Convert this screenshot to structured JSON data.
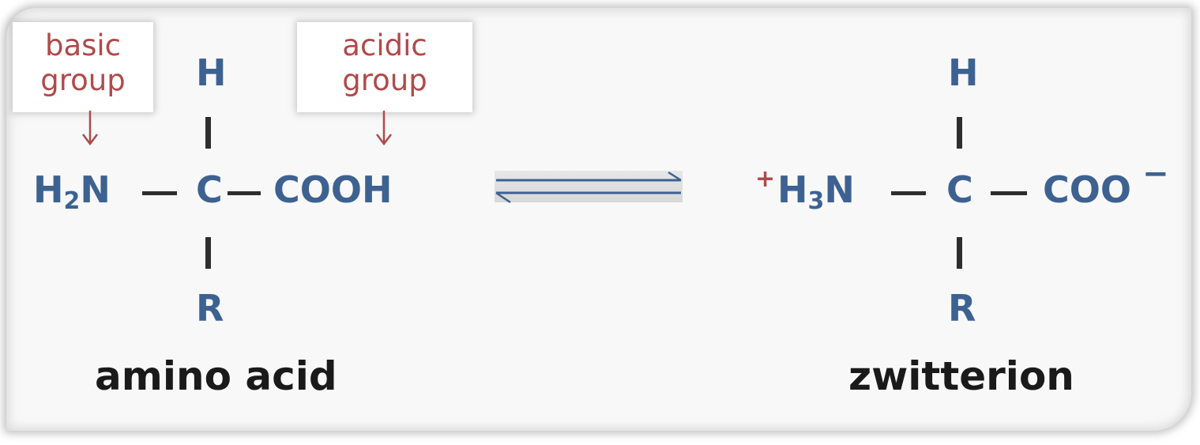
{
  "amino_acid": {
    "basic_label": [
      "basic",
      "group"
    ],
    "acidic_label": [
      "acidic",
      "group"
    ],
    "top_atom": "H",
    "bottom_atom": "R",
    "amine_h": "H",
    "amine_sub": "2",
    "amine_n": "N",
    "center": "C",
    "carboxyl": "COOH",
    "caption": "amino acid"
  },
  "zwitterion": {
    "top_atom": "H",
    "bottom_atom": "R",
    "plus": "+",
    "amine_h": "H",
    "amine_sub": "3",
    "amine_n": "N",
    "center": "C",
    "carboxylate": "COO",
    "minus": "−",
    "caption": "zwitterion"
  },
  "colors": {
    "label_text": "#b04a4a",
    "atom_text": "#3d6291",
    "bond": "#2e2e2e",
    "caption_text": "#1a1a1a"
  }
}
